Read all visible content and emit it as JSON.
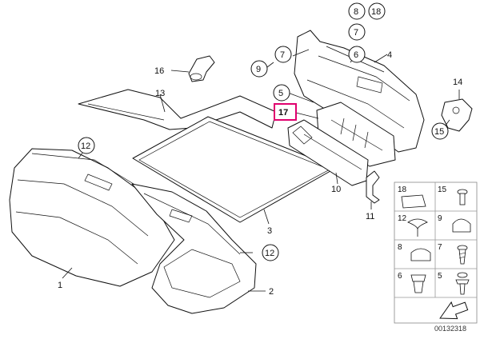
{
  "callouts": {
    "c1": "1",
    "c2": "2",
    "c3": "3",
    "c4": "4",
    "c5": "5",
    "c6": "6",
    "c7a": "7",
    "c7b": "7",
    "c8": "8",
    "c9": "9",
    "c10": "10",
    "c11": "11",
    "c12a": "12",
    "c12b": "12",
    "c13": "13",
    "c14": "14",
    "c15": "15",
    "c16": "16",
    "c17": "17",
    "c18": "18"
  },
  "legend": {
    "r1": [
      "18",
      "15"
    ],
    "r2": [
      "12",
      "9"
    ],
    "r3": [
      "8",
      "7"
    ],
    "r4": [
      "6",
      "5"
    ]
  },
  "diagram_code": "00132318",
  "colors": {
    "highlight": "#e0006e",
    "line": "#111111",
    "legend_border": "#888888"
  }
}
